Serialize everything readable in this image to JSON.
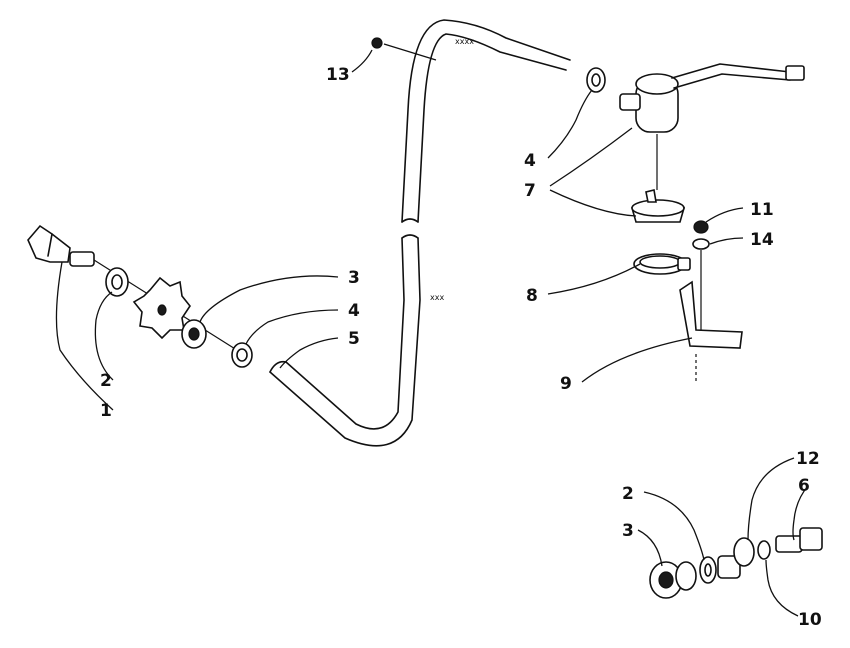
{
  "callouts": [
    {
      "id": "c1",
      "number": "1"
    },
    {
      "id": "c2a",
      "number": "2"
    },
    {
      "id": "c3a",
      "number": "3"
    },
    {
      "id": "c4a",
      "number": "4"
    },
    {
      "id": "c5",
      "number": "5"
    },
    {
      "id": "c13",
      "number": "13"
    },
    {
      "id": "c4b",
      "number": "4"
    },
    {
      "id": "c7",
      "number": "7"
    },
    {
      "id": "c11",
      "number": "11"
    },
    {
      "id": "c14",
      "number": "14"
    },
    {
      "id": "c8",
      "number": "8"
    },
    {
      "id": "c9",
      "number": "9"
    },
    {
      "id": "c12",
      "number": "12"
    },
    {
      "id": "c2b",
      "number": "2"
    },
    {
      "id": "c6",
      "number": "6"
    },
    {
      "id": "c3b",
      "number": "3"
    },
    {
      "id": "c10",
      "number": "10"
    }
  ],
  "colors": {
    "ink": "#111111",
    "paper": "#ffffff"
  }
}
